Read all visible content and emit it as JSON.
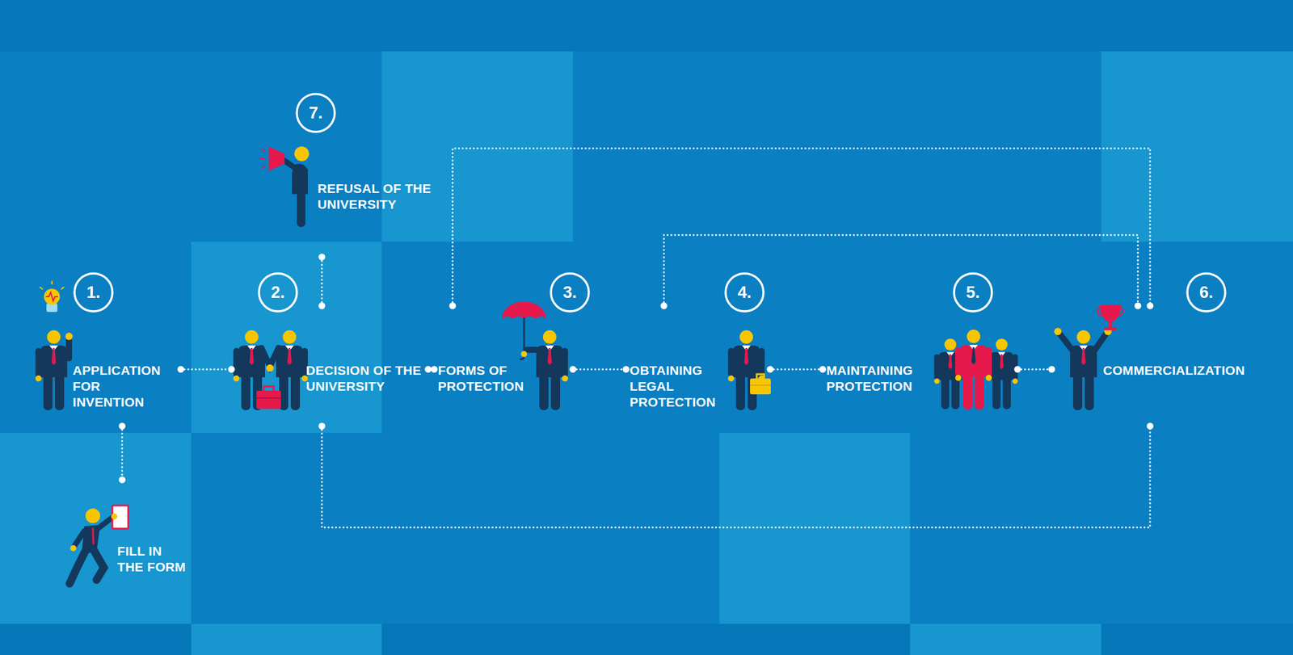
{
  "diagram": {
    "nodes": [
      {
        "text": [
          "APPLICATION FOR INVENTION"
        ]
      },
      {
        "text": [
          "FILL IN THE FORM"
        ]
      },
      {
        "text": [
          "REFUSAL OF THE UNIVERSITY"
        ]
      },
      {
        "text": [
          "DECISION OF THE UNIVERSITY"
        ]
      },
      {
        "text": [
          "FORMS OF PROTECTION"
        ]
      },
      {
        "text": [
          "OBTAINING LEGAL PROTECTION"
        ]
      },
      {
        "text": [
          "MAINTAINING PROTECTION"
        ]
      },
      {
        "text": [
          "COMMERCIALIZATION"
        ]
      }
    ],
    "edges": [
      {
        "from": 0,
        "to": 3,
        "arrow": "none"
      },
      {
        "from": 0,
        "to": 1,
        "arrow": "none"
      },
      {
        "from": 3,
        "to": 2,
        "arrow": "none"
      },
      {
        "from": 3,
        "to": 4,
        "arrow": "none"
      },
      {
        "from": 4,
        "to": 5,
        "arrow": "none"
      },
      {
        "from": 5,
        "to": 6,
        "arrow": "none"
      },
      {
        "from": 6,
        "to": 7,
        "arrow": "none"
      },
      {
        "from": 4,
        "to": 7,
        "arrow": "none"
      },
      {
        "from": 5,
        "to": 7,
        "arrow": "none"
      },
      {
        "from": 3,
        "to": 7,
        "arrow": "none"
      }
    ],
    "labels": [
      "1.",
      "2.",
      "3.",
      "4.",
      "5.",
      "6.",
      "7."
    ]
  }
}
